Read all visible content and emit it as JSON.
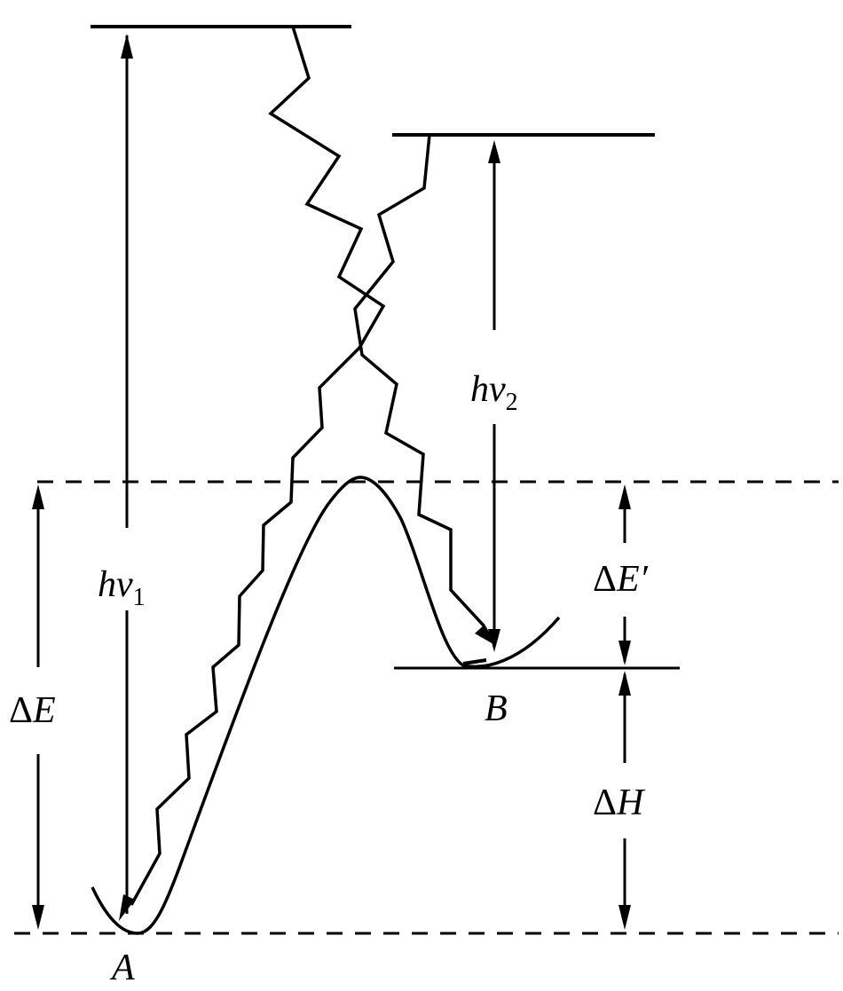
{
  "labels": {
    "hv1": {
      "main": "hv",
      "sub": "1"
    },
    "hv2": {
      "main": "hv",
      "sub": "2"
    },
    "deltaE": {
      "delta": "Δ",
      "sym": "E"
    },
    "deltaEprime": {
      "delta": "Δ",
      "sym": "E′"
    },
    "deltaH": {
      "delta": "Δ",
      "sym": "H"
    },
    "stateA": "A",
    "stateB": "B"
  },
  "colors": {
    "ink": "#000000",
    "background": "#ffffff"
  }
}
